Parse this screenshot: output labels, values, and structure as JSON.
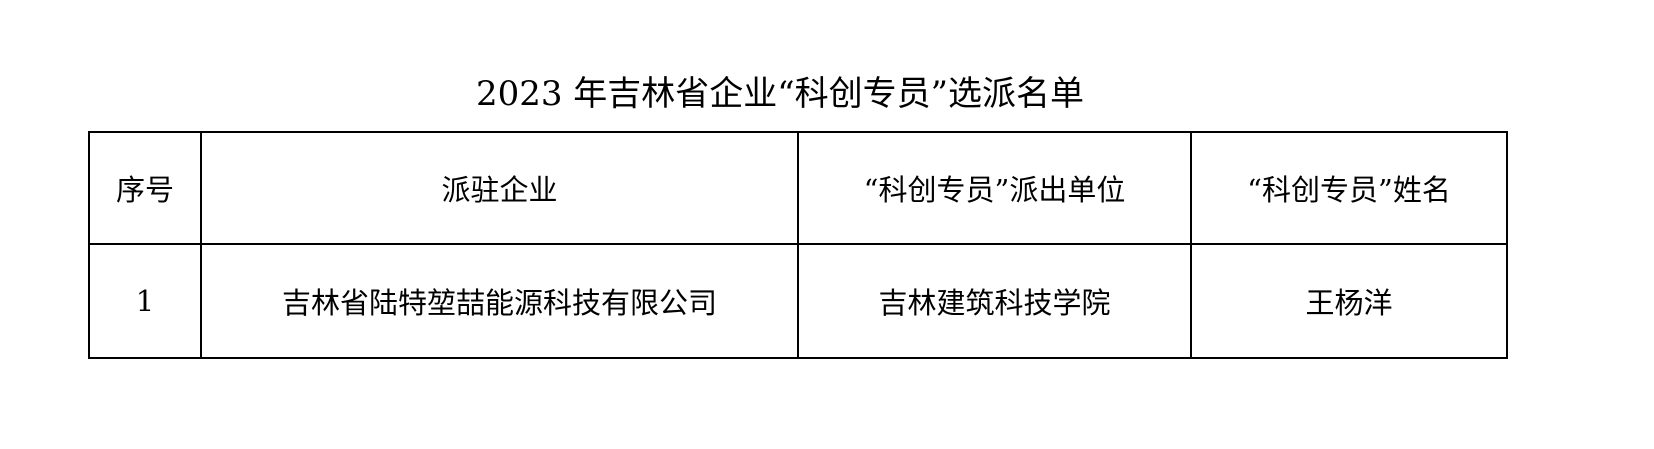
{
  "title": "2023 年吉林省企业“科创专员”选派名单",
  "table": {
    "headers": [
      "序号",
      "派驻企业",
      "“科创专员”派出单位",
      "“科创专员”姓名"
    ],
    "rows": [
      [
        "1",
        "吉林省陆特堃喆能源科技有限公司",
        "吉林建筑科技学院",
        "王杨洋"
      ]
    ]
  }
}
